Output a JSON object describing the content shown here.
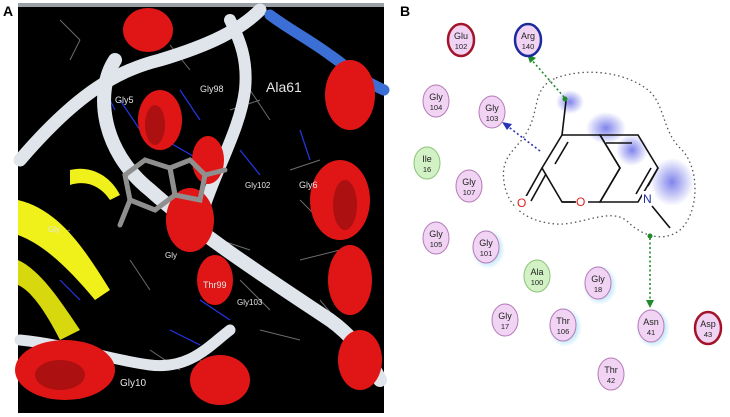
{
  "panels": {
    "a": {
      "label": "A"
    },
    "b": {
      "label": "B"
    }
  },
  "structure_labels": [
    {
      "text": "Gly98",
      "size": "small"
    },
    {
      "text": "Ala61",
      "size": "large"
    },
    {
      "text": "Gly5",
      "size": "small"
    },
    {
      "text": "Gly102",
      "size": "small"
    },
    {
      "text": "Gly6",
      "size": "small"
    },
    {
      "text": "Thr99",
      "size": "small"
    },
    {
      "text": "Gly103",
      "size": "small"
    },
    {
      "text": "Gly10",
      "size": "small"
    },
    {
      "text": "Gly",
      "size": "small"
    },
    {
      "text": "Gly",
      "size": "small"
    }
  ],
  "ligand_atoms": {
    "o_carbonyl": "O",
    "o_ring": "O",
    "n_amine": "N"
  },
  "residues": [
    {
      "name": "Glu",
      "num": "102",
      "kind": "charged-neg",
      "glow": false
    },
    {
      "name": "Arg",
      "num": "140",
      "kind": "charged-pos",
      "glow": false
    },
    {
      "name": "Gly",
      "num": "104",
      "kind": "polar",
      "glow": false
    },
    {
      "name": "Gly",
      "num": "103",
      "kind": "polar",
      "glow": false
    },
    {
      "name": "Ile",
      "num": "16",
      "kind": "hydrophobic",
      "glow": false
    },
    {
      "name": "Gly",
      "num": "107",
      "kind": "polar",
      "glow": false
    },
    {
      "name": "Gly",
      "num": "105",
      "kind": "polar",
      "glow": false
    },
    {
      "name": "Gly",
      "num": "101",
      "kind": "polar",
      "glow": true
    },
    {
      "name": "Ala",
      "num": "100",
      "kind": "hydrophobic",
      "glow": false
    },
    {
      "name": "Gly",
      "num": "18",
      "kind": "polar",
      "glow": true
    },
    {
      "name": "Gly",
      "num": "17",
      "kind": "polar",
      "glow": false
    },
    {
      "name": "Thr",
      "num": "106",
      "kind": "polar",
      "glow": true
    },
    {
      "name": "Asn",
      "num": "41",
      "kind": "polar",
      "glow": true
    },
    {
      "name": "Asp",
      "num": "43",
      "kind": "charged-neg",
      "glow": false
    },
    {
      "name": "Thr",
      "num": "42",
      "kind": "polar",
      "glow": false
    }
  ],
  "colors": {
    "polar_fill": "#f1d3f4",
    "polar_stroke": "#b57ab8",
    "hydrophobic_fill": "#d2f1c4",
    "hydrophobic_stroke": "#8cc27a",
    "neg_stroke": "#a3142a",
    "pos_stroke": "#1b2c9a",
    "hbond_green": "#1f8a2c",
    "hbond_blue": "#2a32b8",
    "helix_red": "#e01616",
    "sheet_yellow": "#f0f01a",
    "coil_white": "#dfe5ea"
  }
}
